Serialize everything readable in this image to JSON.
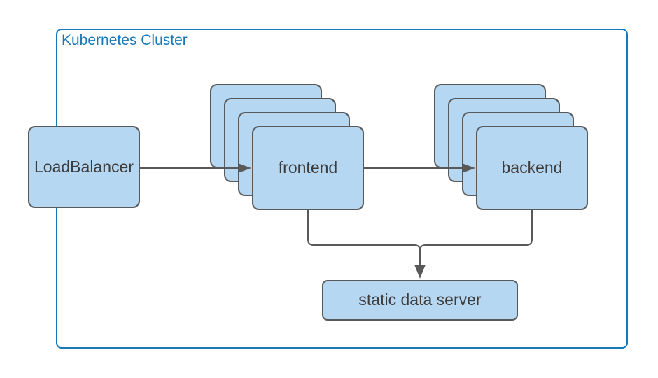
{
  "diagram": {
    "type": "architecture-diagram",
    "cluster_label": "Kubernetes Cluster",
    "nodes": {
      "load_balancer": {
        "label": "LoadBalancer"
      },
      "frontend": {
        "label": "frontend",
        "replicas": 4
      },
      "backend": {
        "label": "backend",
        "replicas": 4
      },
      "static_data_server": {
        "label": "static data server"
      }
    },
    "edges": [
      {
        "from": "LoadBalancer",
        "to": "frontend",
        "arrow": true
      },
      {
        "from": "frontend",
        "to": "backend",
        "arrow": true
      },
      {
        "from": "frontend",
        "to": "static data server",
        "arrow": true
      },
      {
        "from": "backend",
        "to": "static data server",
        "arrow": true
      }
    ],
    "colors": {
      "cluster_border": "#1778b8",
      "cluster_label_text": "#1778b8",
      "node_fill": "#b6d7f2",
      "node_border": "#595959",
      "node_text": "#3c3c3c",
      "connector": "#595959",
      "background": "#ffffff"
    }
  }
}
